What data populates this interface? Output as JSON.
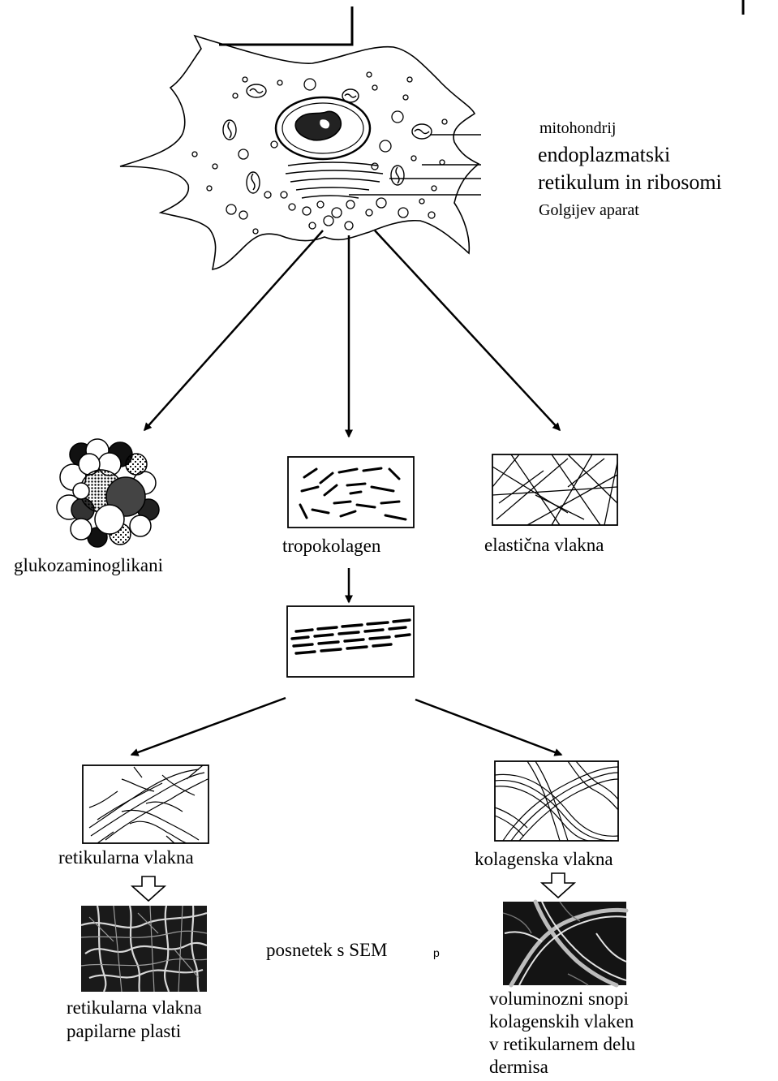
{
  "cell_labels": {
    "mitochondrion": "mitohondrij",
    "er_line1": "endoplazmatski",
    "er_line2": "retikulum in ribosomi",
    "golgi": "Golgijev aparat"
  },
  "products": {
    "gag": "glukozaminoglikani",
    "tropocollagen": "tropokolagen",
    "elastic": "elastična vlakna"
  },
  "fibers": {
    "reticular": "retikularna vlakna",
    "collagen": "kolagenska vlakna"
  },
  "sem": {
    "label": "posnetek s SEM",
    "marker": "p",
    "reticular_caption": [
      "retikularna vlakna",
      "papilarne plasti"
    ],
    "collagen_caption": [
      "voluminozni snopi",
      "kolagenskih vlaken",
      "v retikularnem delu",
      "dermisa"
    ]
  }
}
